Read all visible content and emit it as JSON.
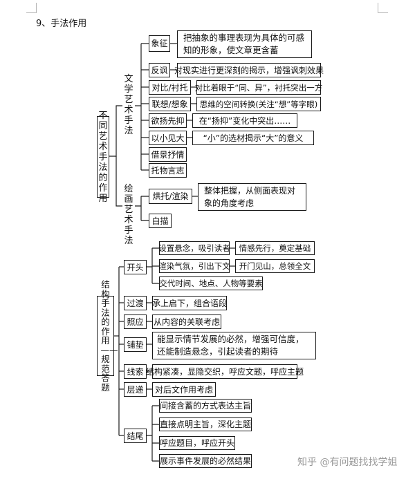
{
  "title": "9、手法作用",
  "watermark": "知乎 @有问题找找学姐",
  "root1": {
    "label": "不同艺术手法的作用",
    "groups": [
      {
        "label": "文学艺术手法",
        "items": [
          {
            "name": "象征",
            "desc": "把抽象的事理表现为具体的可感知的形象，使文章更含蓄"
          },
          {
            "name": "反讽",
            "desc": "对现实进行更深刻的揭示，增强讽刺效果"
          },
          {
            "name": "对比/衬托",
            "desc": "对比着眼于“同、异”，衬托突出一方"
          },
          {
            "name": "联想/想象",
            "desc": "思维的空间转换(关注“想”等字眼)"
          },
          {
            "name": "欲扬先抑",
            "desc": "在“扬抑”变化中突出……"
          },
          {
            "name": "以小见大",
            "desc": "“小”的选材揭示“大”的意义"
          },
          {
            "name": "借景抒情",
            "desc": ""
          },
          {
            "name": "托物言志",
            "desc": ""
          }
        ]
      },
      {
        "label": "绘画艺术手法",
        "items": [
          {
            "name": "烘托/渲染",
            "desc": "整体把握，从侧面表现对象的角度考虑"
          },
          {
            "name": "白描",
            "desc": ""
          }
        ]
      }
    ]
  },
  "root2": {
    "label": "结构手法的作用——规范答题",
    "items": [
      {
        "name": "开头",
        "subs": [
          "设置悬念，吸引读者",
          "渲染气氛，引出下文",
          "交代时间、地点、人物等要素"
        ],
        "extras": [
          "情感先行，奠定基础",
          "开门见山，总领全文"
        ]
      },
      {
        "name": "过渡",
        "desc": "承上启下，组合语段"
      },
      {
        "name": "照应",
        "desc": "从内容的关联考虑"
      },
      {
        "name": "铺垫",
        "desc": "能显示情节发展的必然，增强可信度，还能制造悬念，引起读者的期待"
      },
      {
        "name": "线索",
        "desc": "结构紧凑，显隐交织，呼应文题，呼应主题"
      },
      {
        "name": "层递",
        "desc": "对后文作用考虑"
      },
      {
        "name": "结尾",
        "subs": [
          "间接含蓄的方式表达主旨",
          "直接点明主旨，深化主题",
          "呼应题目，呼应开头",
          "展示事件发展的必然结果"
        ]
      }
    ]
  }
}
